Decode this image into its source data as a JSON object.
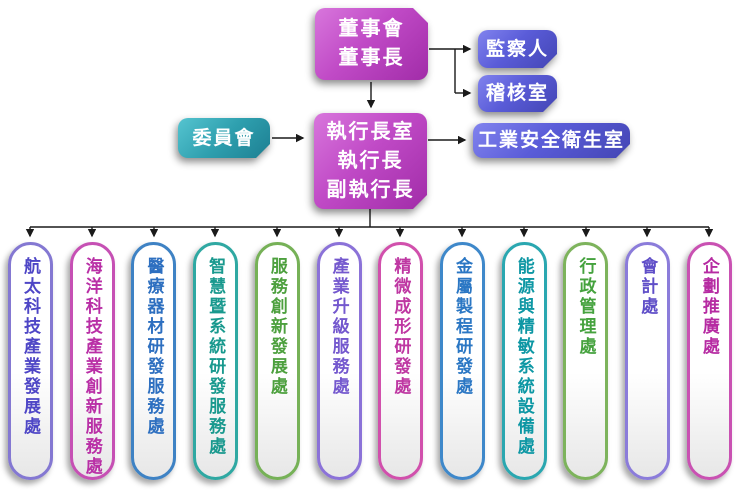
{
  "org_chart": {
    "board": {
      "line1": "董事會",
      "line2": "董事長"
    },
    "executive": {
      "line1": "執行長室",
      "line2": "執行長",
      "line3": "副執行長"
    },
    "committee": {
      "label": "委員會"
    },
    "staff_offices": {
      "supervisor": {
        "label": "監察人"
      },
      "audit": {
        "label": "稽核室"
      },
      "safety": {
        "label": "工業安全衛生室"
      }
    },
    "departments": [
      {
        "label": "航太科技產業發展處",
        "border": "#8478d2",
        "text": "#4e46c6"
      },
      {
        "label": "海洋科技產業創新服務處",
        "border": "#c650b4",
        "text": "#b92fa6"
      },
      {
        "label": "醫療器材研發服務處",
        "border": "#3e82c4",
        "text": "#2d6fc0"
      },
      {
        "label": "智慧暨系統研發服務處",
        "border": "#2fa8a2",
        "text": "#19998e"
      },
      {
        "label": "服務創新發展處",
        "border": "#76b157",
        "text": "#4da03e"
      },
      {
        "label": "產業升級服務處",
        "border": "#8b72d8",
        "text": "#7458ce"
      },
      {
        "label": "精微成形研發處",
        "border": "#d150ac",
        "text": "#be37a2"
      },
      {
        "label": "金屬製程研發處",
        "border": "#3e88ca",
        "text": "#2b77c4"
      },
      {
        "label": "能源與精敏系統設備處",
        "border": "#2aa7b0",
        "text": "#0d97a4"
      },
      {
        "label": "行政管理處",
        "border": "#7db35c",
        "text": "#45a23e"
      },
      {
        "label": "會計處",
        "border": "#8b7cda",
        "text": "#5f4ec8"
      },
      {
        "label": "企劃推廣處",
        "border": "#c951b2",
        "text": "#b62ba2"
      }
    ],
    "colors": {
      "magenta_gradient": "linear-gradient(135deg,#d876dc 0%,#c04ac6 45%,#a12ca8 100%)",
      "teal_gradient": "linear-gradient(135deg,#55c4d0 0%,#2e9fae 50%,#1d7f92 100%)",
      "violet_gradient": "linear-gradient(135deg,#8183ee 0%,#5a5cd8 45%,#4345b4 100%)",
      "connector": "#1a1a1a"
    }
  }
}
